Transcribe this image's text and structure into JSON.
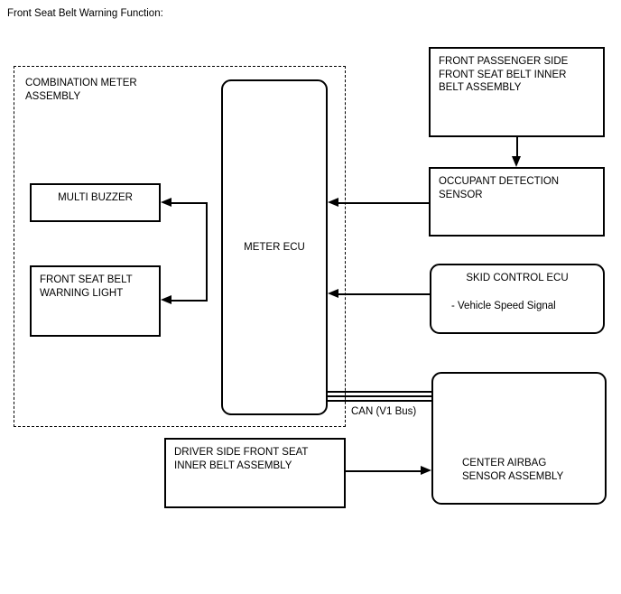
{
  "diagram": {
    "title": "Front Seat Belt Warning Function:",
    "group": {
      "label": "COMBINATION METER\nASSEMBLY"
    },
    "boxes": {
      "meter_ecu": "METER ECU",
      "multi_buzzer": "MULTI BUZZER",
      "warning_light": "FRONT SEAT BELT\nWARNING LIGHT",
      "front_passenger": "FRONT PASSENGER SIDE\nFRONT SEAT BELT INNER\nBELT ASSEMBLY",
      "occupant_sensor": "OCCUPANT DETECTION\nSENSOR",
      "skid_control_ecu": "SKID CONTROL ECU",
      "skid_control_signal": "- Vehicle Speed Signal",
      "center_airbag": "CENTER AIRBAG\nSENSOR ASSEMBLY",
      "driver_side": "DRIVER SIDE FRONT SEAT\nINNER BELT ASSEMBLY"
    },
    "bus_label": "CAN (V1 Bus)",
    "colors": {
      "line": "#000000",
      "background": "#ffffff"
    }
  }
}
